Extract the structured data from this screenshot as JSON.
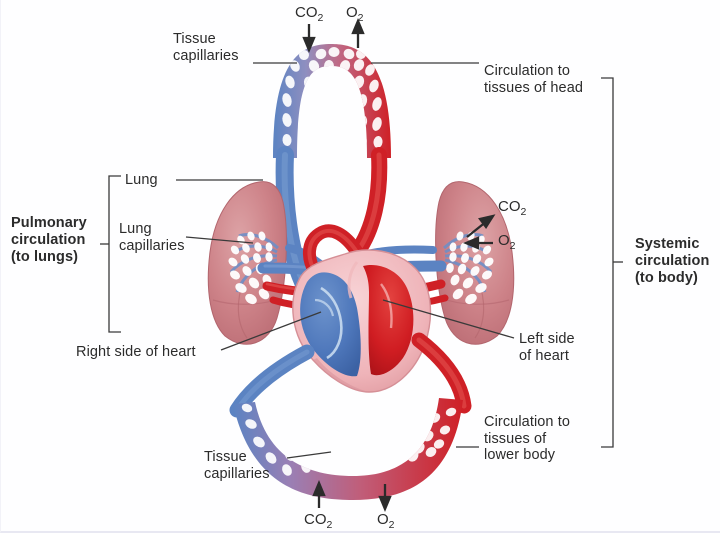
{
  "diagram": {
    "title": "Pulmonary and systemic circulation",
    "type": "anatomical-diagram"
  },
  "labels": {
    "tissue_capillaries_top": "Tissue\ncapillaries",
    "tissue_capillaries_bottom": "Tissue\ncapillaries",
    "circulation_head": "Circulation to\ntissues of head",
    "circulation_lower_body": "Circulation to\ntissues of\nlower body",
    "lung": "Lung",
    "lung_capillaries": "Lung\ncapillaries",
    "right_side_of_heart": "Right side of heart",
    "left_side_of_heart": "Left side\nof heart",
    "pulmonary_circulation": "Pulmonary\ncirculation\n(to lungs)",
    "systemic_circulation": "Systemic\ncirculation\n(to body)"
  },
  "gases": {
    "top_co2": "CO",
    "top_co2_sub": "2",
    "top_o2": "O",
    "top_o2_sub": "2",
    "lung_co2": "CO",
    "lung_co2_sub": "2",
    "lung_o2": "O",
    "lung_o2_sub": "2",
    "bottom_co2": "CO",
    "bottom_co2_sub": "2",
    "bottom_o2": "O",
    "bottom_o2_sub": "2"
  },
  "arrows": {
    "top_co2_direction": "down",
    "top_o2_direction": "up",
    "lung_co2_direction": "up-right",
    "lung_o2_direction": "left",
    "bottom_co2_direction": "up",
    "bottom_o2_direction": "down"
  },
  "colors": {
    "oxygenated_red": "#cf2026",
    "deoxygenated_blue": "#5b83c2",
    "lung_tissue": "#cd8288",
    "heart_wall": "#f0b9bd",
    "chamber_blue": "#4e77bb",
    "chamber_red": "#d01d22",
    "leader_line": "#3a3a3a",
    "text": "#2b2b2b",
    "background": "#ffffff"
  }
}
